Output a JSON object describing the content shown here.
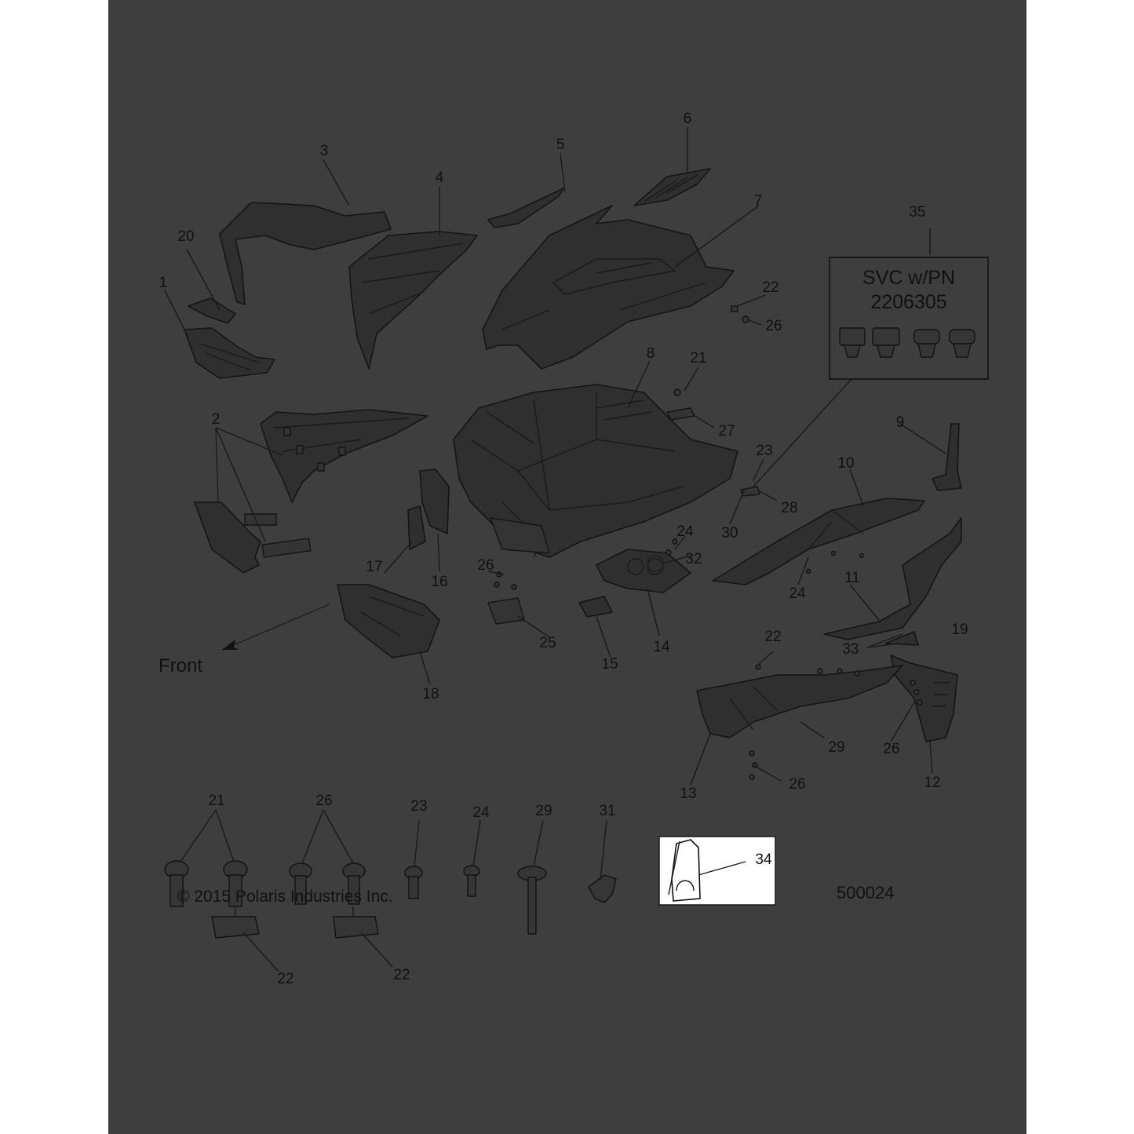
{
  "callouts": [
    {
      "id": "c1",
      "text": "1"
    },
    {
      "id": "c2",
      "text": "2"
    },
    {
      "id": "c3",
      "text": "3"
    },
    {
      "id": "c4",
      "text": "4"
    },
    {
      "id": "c5",
      "text": "5"
    },
    {
      "id": "c6",
      "text": "6"
    },
    {
      "id": "c7",
      "text": "7"
    },
    {
      "id": "c8",
      "text": "8"
    },
    {
      "id": "c9",
      "text": "9"
    },
    {
      "id": "c10",
      "text": "10"
    },
    {
      "id": "c11",
      "text": "11"
    },
    {
      "id": "c12",
      "text": "12"
    },
    {
      "id": "c13",
      "text": "13"
    },
    {
      "id": "c14",
      "text": "14"
    },
    {
      "id": "c15",
      "text": "15"
    },
    {
      "id": "c16",
      "text": "16"
    },
    {
      "id": "c17",
      "text": "17"
    },
    {
      "id": "c18",
      "text": "18"
    },
    {
      "id": "c19",
      "text": "19"
    },
    {
      "id": "c20",
      "text": "20"
    },
    {
      "id": "c21a",
      "text": "21"
    },
    {
      "id": "c22a",
      "text": "22"
    },
    {
      "id": "c22b",
      "text": "22"
    },
    {
      "id": "c23a",
      "text": "23"
    },
    {
      "id": "c24a",
      "text": "24"
    },
    {
      "id": "c24b",
      "text": "24"
    },
    {
      "id": "c25",
      "text": "25"
    },
    {
      "id": "c26a",
      "text": "26"
    },
    {
      "id": "c26b",
      "text": "26"
    },
    {
      "id": "c26c",
      "text": "26"
    },
    {
      "id": "c26d",
      "text": "26"
    },
    {
      "id": "c27",
      "text": "27"
    },
    {
      "id": "c28",
      "text": "28"
    },
    {
      "id": "c29a",
      "text": "29"
    },
    {
      "id": "c30",
      "text": "30"
    },
    {
      "id": "c32",
      "text": "32"
    },
    {
      "id": "c33",
      "text": "33"
    },
    {
      "id": "c35",
      "text": "35"
    },
    {
      "id": "h21",
      "text": "21"
    },
    {
      "id": "h26",
      "text": "26"
    },
    {
      "id": "h23",
      "text": "23"
    },
    {
      "id": "h24",
      "text": "24"
    },
    {
      "id": "h29",
      "text": "29"
    },
    {
      "id": "h31",
      "text": "31"
    },
    {
      "id": "h34",
      "text": "34"
    },
    {
      "id": "h22a",
      "text": "22"
    },
    {
      "id": "h22b",
      "text": "22"
    }
  ],
  "svc_box": {
    "line1": "SVC w/PN",
    "line2": "2206305"
  },
  "front_label": "Front",
  "copyright": "© 2015 Polaris Industries Inc.",
  "diagram_number": "500024"
}
